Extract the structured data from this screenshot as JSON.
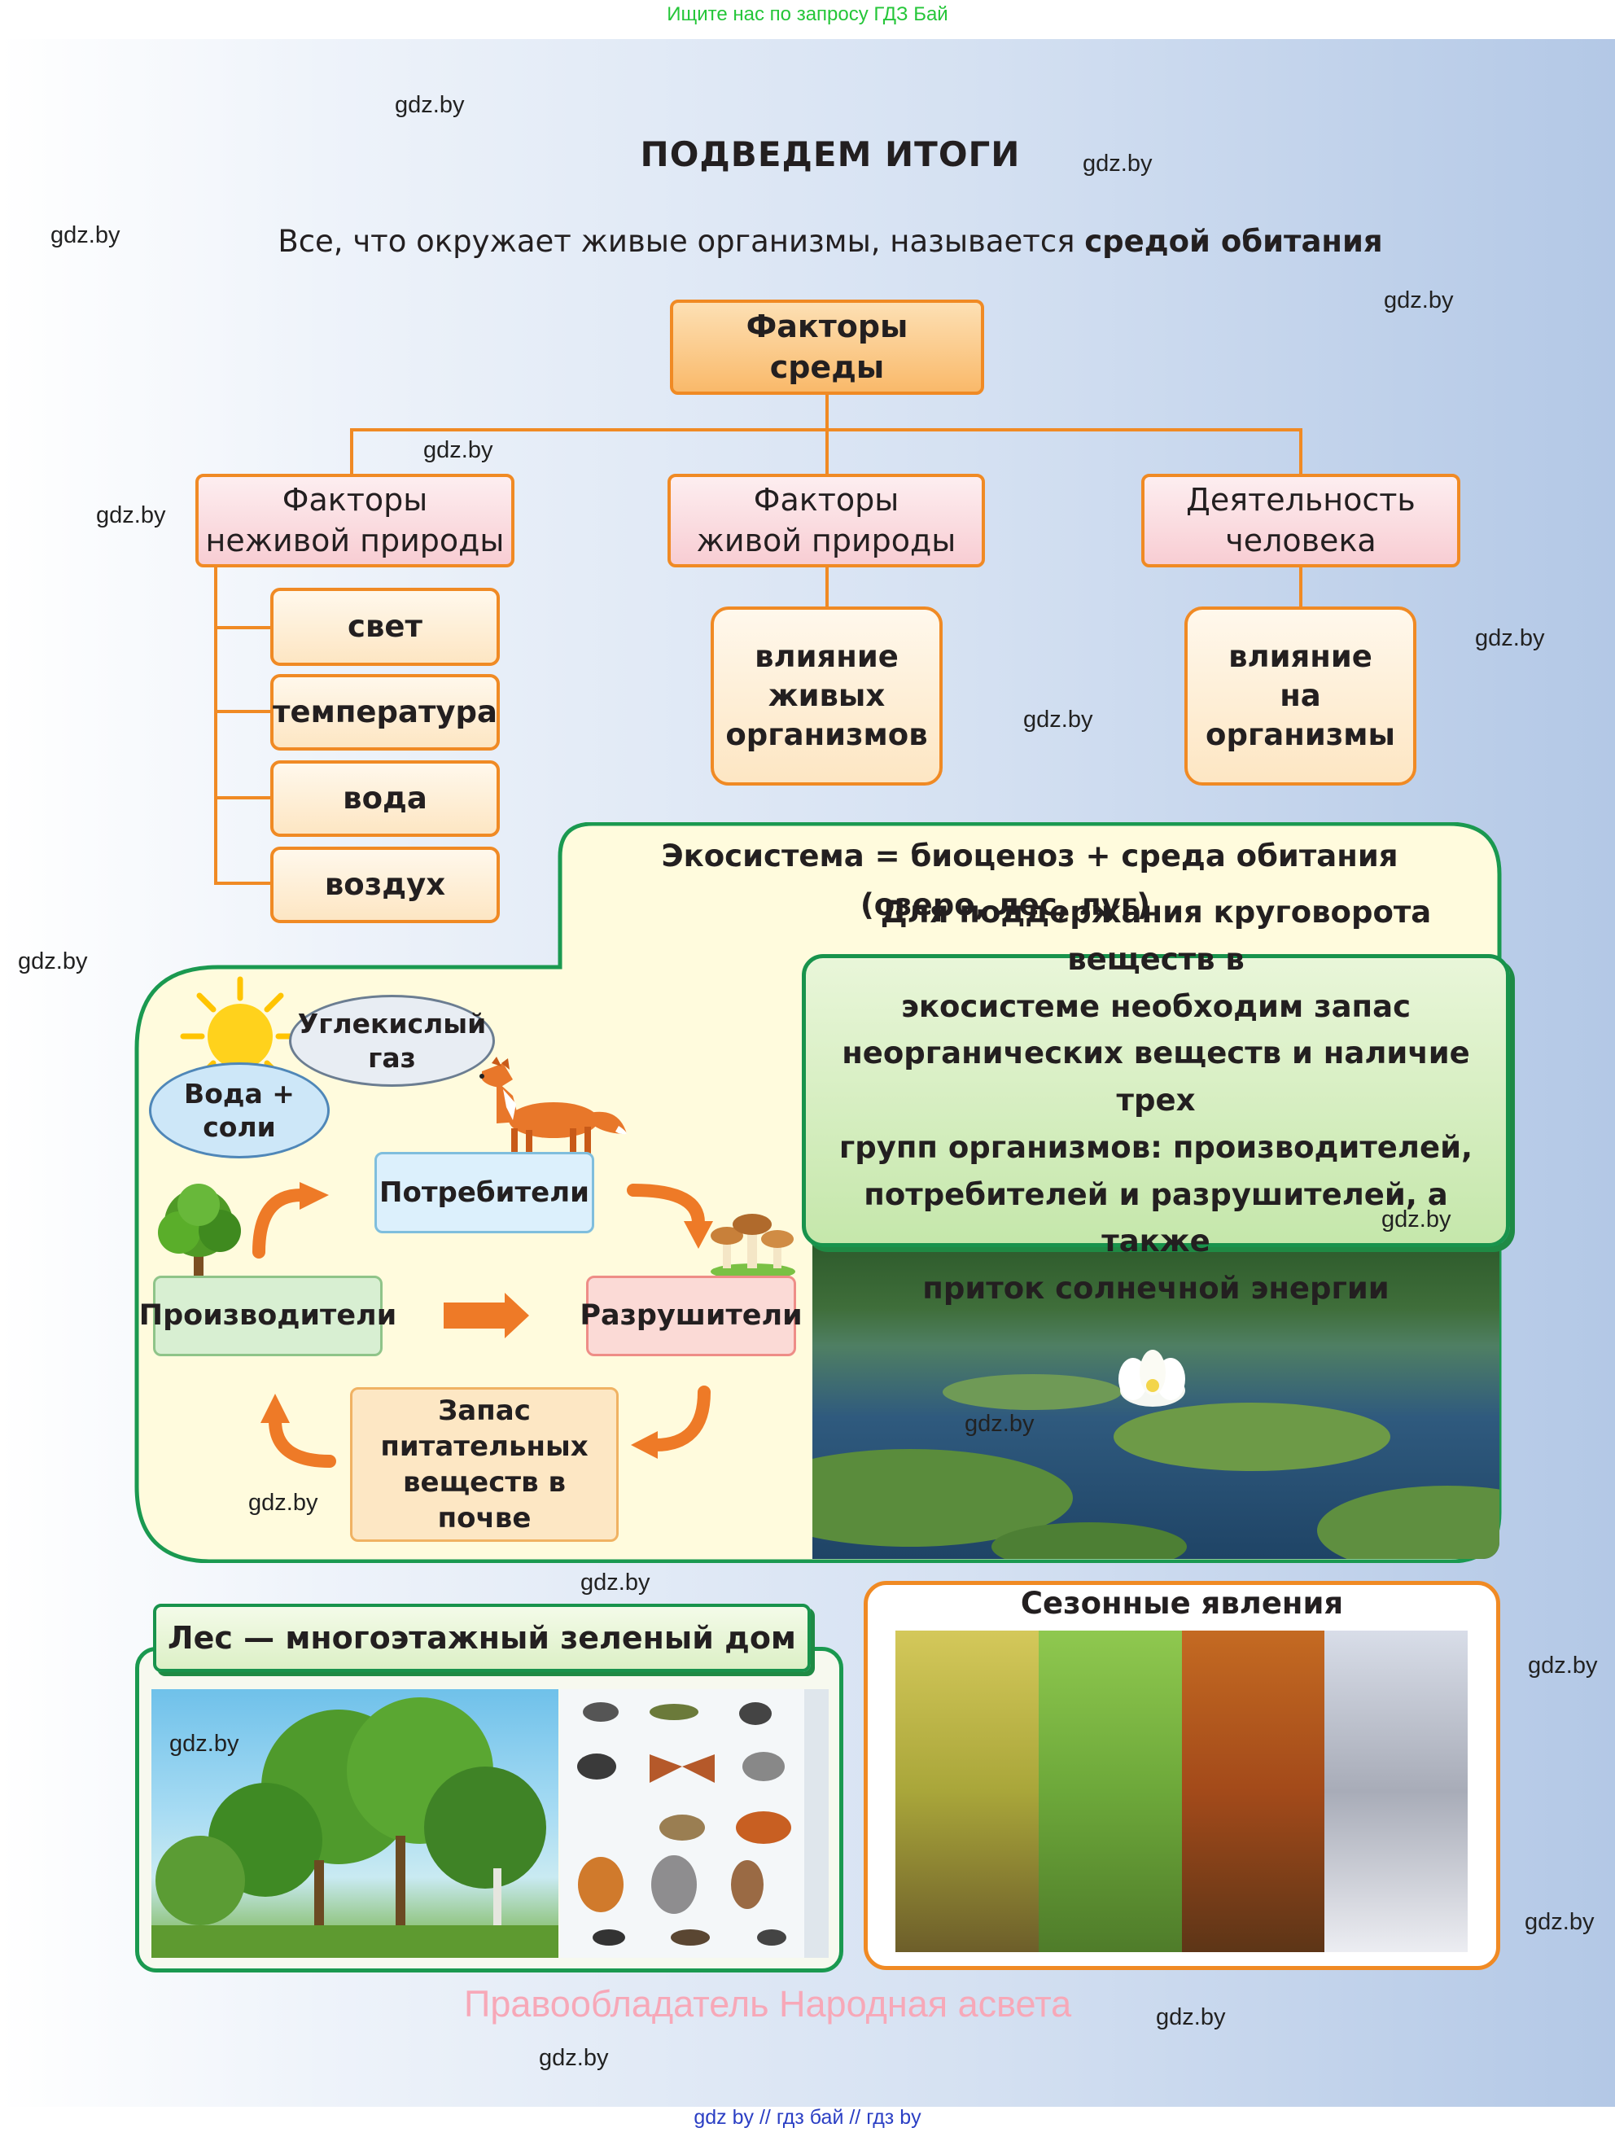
{
  "top_banner": "Ищите нас по запросу ГДЗ Бай",
  "title": "ПОДВЕДЕМ  ИТОГИ",
  "subtitle": {
    "text": "Все, что окружает живые организмы, называется ",
    "bold": "средой обитания"
  },
  "factors": {
    "root": [
      "Факторы",
      "среды"
    ],
    "nonliving": [
      "Факторы",
      "неживой природы"
    ],
    "living": [
      "Факторы",
      "живой природы"
    ],
    "human": [
      "Деятельность",
      "человека"
    ],
    "nonliving_items": [
      "свет",
      "температура",
      "вода",
      "воздух"
    ],
    "living_effect": [
      "влияние",
      "живых",
      "организмов"
    ],
    "human_effect": [
      "влияние",
      "на",
      "организмы"
    ]
  },
  "ecosystem": {
    "formula": "Экосистема = биоценоз + среда обитания",
    "examples": "(озеро, лес, луг)",
    "info_lines": [
      "Для поддержания круговорота веществ в",
      "экосистеме необходим запас",
      "неорганических веществ и наличие трех",
      "групп организмов: производителей,",
      "потребителей и разрушителей, а также",
      "приток солнечной энергии"
    ],
    "co2": [
      "Углекислый",
      "газ"
    ],
    "water": [
      "Вода +",
      "соли"
    ],
    "consumers": "Потребители",
    "producers": "Производители",
    "decomposers": "Разрушители",
    "soil": [
      "Запас",
      "питательных",
      "веществ в почве"
    ]
  },
  "forest_title": "Лес — многоэтажный зеленый дом",
  "seasons_title": "Сезонные явления",
  "watermark": "gdz.by",
  "copyright": "Правообладатель Народная асвета",
  "footer": "gdz by  //  гдз бай  //  гдз by",
  "colors": {
    "orange": "#f08a24",
    "green": "#1a9950",
    "panel": "#fffbdd",
    "banner": "#25c639",
    "footer": "#2b3fc4"
  }
}
